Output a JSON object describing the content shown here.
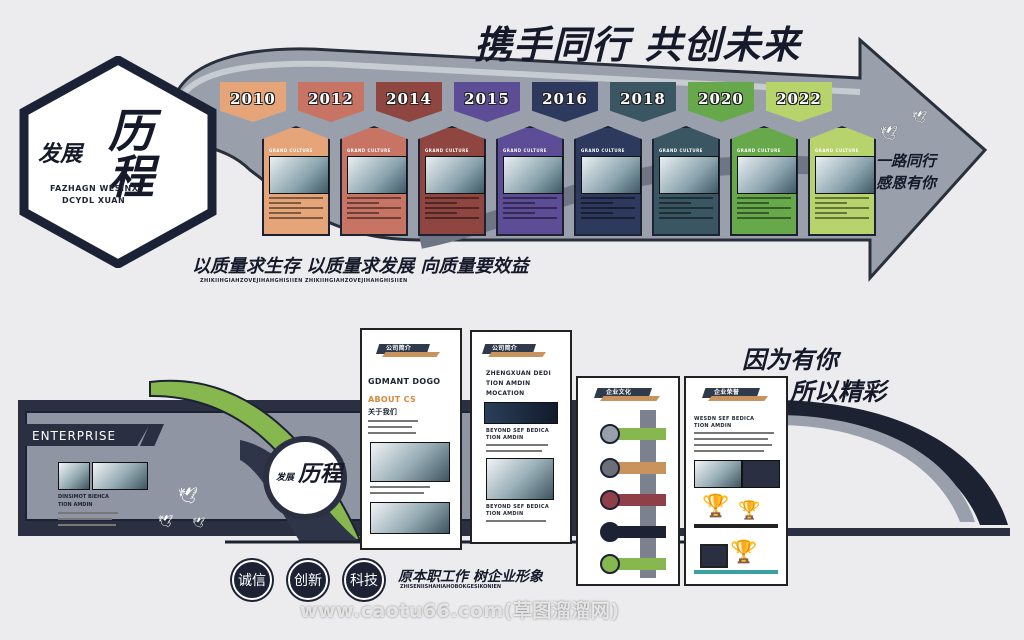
{
  "top": {
    "slogan": "携手同行 共创未来",
    "side_text": [
      "一路同行",
      "感恩有你"
    ],
    "motto": "以质量求生存 以质量求发展 向质量要效益",
    "motto_sub": "ZHIKIIHGIAHZOVEJIHAHGHISIIEN ZHIKIIHGIAHZOVEJIHAHGHISIIEN",
    "hex": {
      "kicker": "发展",
      "title": "历程",
      "sub_line1": "FAZHAGN WESINX",
      "sub_line2": "DCYDL XUAN"
    }
  },
  "timeline": [
    {
      "year": "2010",
      "card_title": "GRAND CULTURE",
      "color": "#e6a578"
    },
    {
      "year": "2012",
      "card_title": "GRAND CULTURE",
      "color": "#c87465"
    },
    {
      "year": "2014",
      "card_title": "GRAND CULTURE",
      "color": "#8f4640"
    },
    {
      "year": "2015",
      "card_title": "GRAND CULTURE",
      "color": "#5c4d96"
    },
    {
      "year": "2016",
      "card_title": "GRAND CULTURE",
      "color": "#2d3a5e"
    },
    {
      "year": "2018",
      "card_title": "GRAND CULTURE",
      "color": "#3a5663"
    },
    {
      "year": "2020",
      "card_title": "GRAND CULTURE",
      "color": "#67a84b"
    },
    {
      "year": "2022",
      "card_title": "GRAND CULTURE",
      "color": "#b7d36b"
    }
  ],
  "bottom": {
    "enterprise_label": "ENTERPRISE",
    "mini_text": [
      "DINSIMOT BIEHCA",
      "TION AMDIN"
    ],
    "badge_title": "历程",
    "badge_kicker": "发展",
    "quote": [
      "因为有你",
      "所以精彩"
    ],
    "values": [
      "诚信",
      "创新",
      "科技"
    ],
    "value_slogan": "原本职工作 树企业形象",
    "value_sub": "ZHISENIISHAHIAHOBOKGESIKONIEN",
    "panel1": {
      "tag": "公司简介",
      "heading1": "GDMANT DOGO",
      "heading2": "ABOUT CS",
      "heading3": "关于我们"
    },
    "panel2": {
      "tag": "公司简介",
      "heading": [
        "ZHENGXUAN DEDI",
        "TION AMDIN",
        "MOCATION"
      ],
      "caption": [
        "BEYOND SEF BEDICA",
        "TION AMDIN"
      ],
      "caption2": [
        "BEYOND SEF BEDICA",
        "TION AMDIN"
      ]
    },
    "panel3": {
      "tag": "企业文化"
    },
    "panel4": {
      "tag": "企业荣誉",
      "heading": [
        "WESDN SEF BEDICA",
        "TION AMDIN"
      ]
    }
  },
  "watermark": "www.caotu66.com(草图溜溜网)"
}
